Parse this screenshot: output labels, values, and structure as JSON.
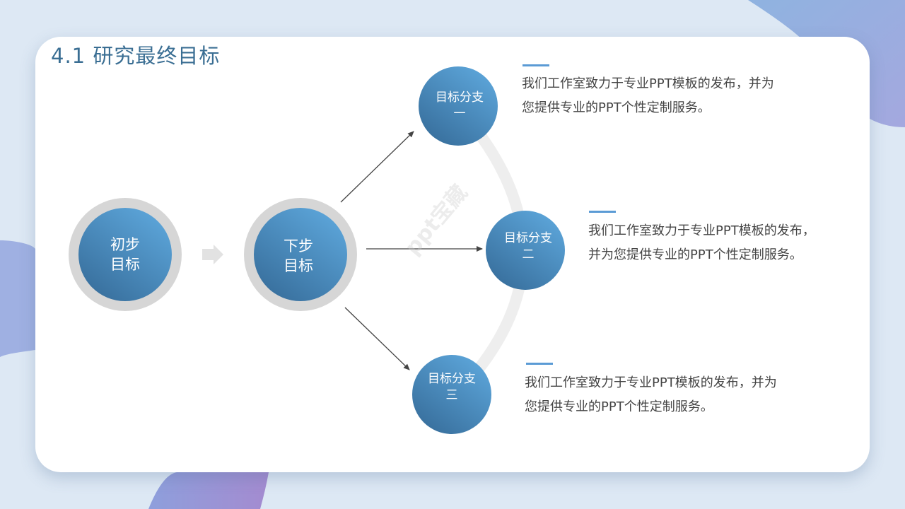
{
  "slide": {
    "title": "4.1 研究最终目标",
    "nodes": {
      "start": {
        "line1": "初步",
        "line2": "目标"
      },
      "next": {
        "line1": "下步",
        "line2": "目标"
      },
      "branch1": {
        "line1": "目标分支",
        "line2": "一"
      },
      "branch2": {
        "line1": "目标分支",
        "line2": "二"
      },
      "branch3": {
        "line1": "目标分支",
        "line2": "三"
      }
    },
    "descriptions": {
      "branch1": {
        "line1": "我们工作室致力于专业PPT模板的发布，并为",
        "line2": "您提供专业的PPT个性定制服务。"
      },
      "branch2": {
        "line1": "我们工作室致力于专业PPT模板的发布，",
        "line2": "并为您提供专业的PPT个性定制服务。"
      },
      "branch3": {
        "line1": "我们工作室致力于专业PPT模板的发布，并为",
        "line2": "您提供专业的PPT个性定制服务。"
      }
    },
    "watermark": "ppt宝藏"
  },
  "colors": {
    "accent": "#5b9bd5",
    "circle_dark": "#3a72a0",
    "circle_light": "#5aa2d6",
    "ring_gray": "#d6d6d6",
    "title": "#3a6e93"
  }
}
